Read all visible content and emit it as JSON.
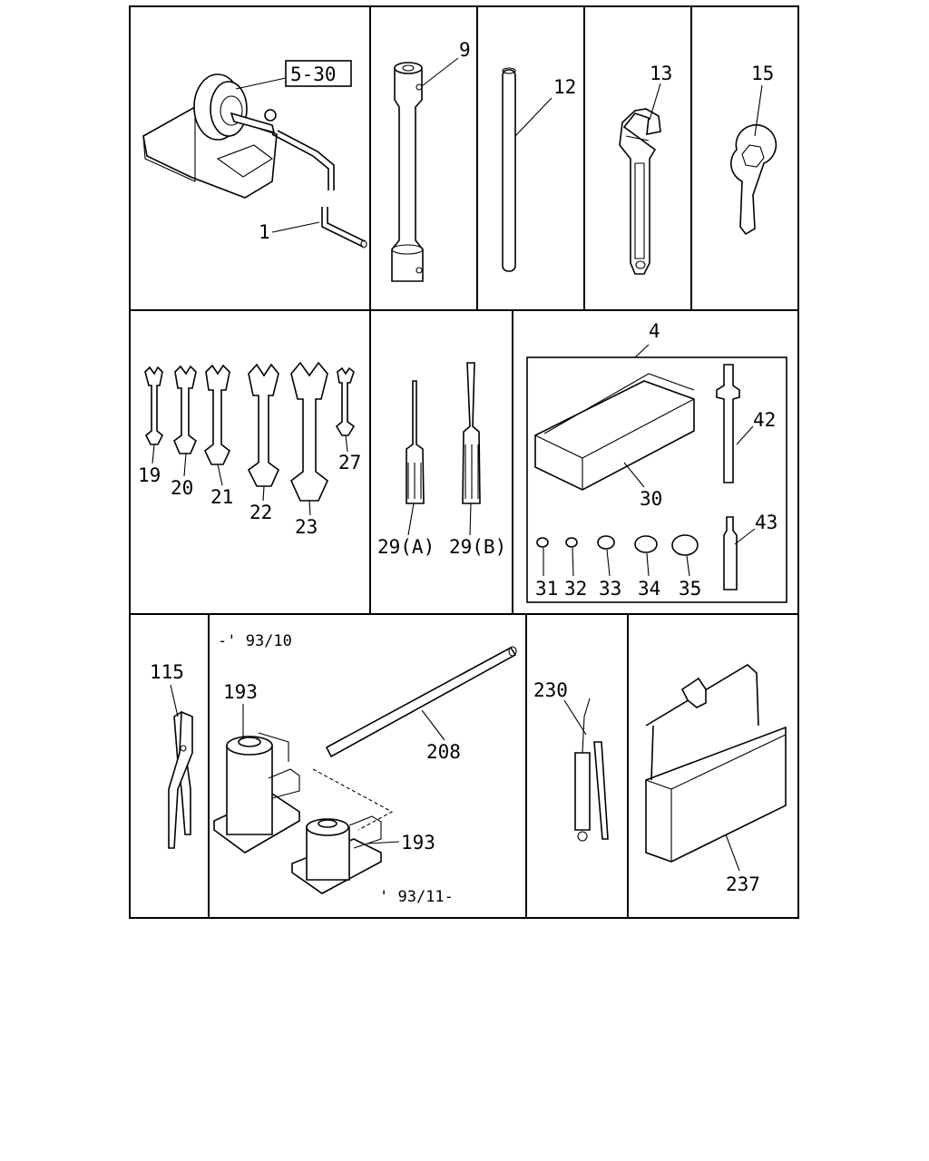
{
  "callouts": {
    "ref_box": "5-30",
    "c1": "1",
    "c9": "9",
    "c12": "12",
    "c13": "13",
    "c15": "15",
    "c4": "4",
    "c19": "19",
    "c20": "20",
    "c21": "21",
    "c22": "22",
    "c23": "23",
    "c27": "27",
    "c29a": "29(A)",
    "c29b": "29(B)",
    "c30": "30",
    "c31": "31",
    "c32": "32",
    "c33": "33",
    "c34": "34",
    "c35": "35",
    "c42": "42",
    "c43": "43",
    "c115": "115",
    "c193a": "193",
    "c193b": "193",
    "c208": "208",
    "c230": "230",
    "c237": "237"
  },
  "notes": {
    "period_before": "-' 93/10",
    "period_after": "' 93/11-"
  }
}
